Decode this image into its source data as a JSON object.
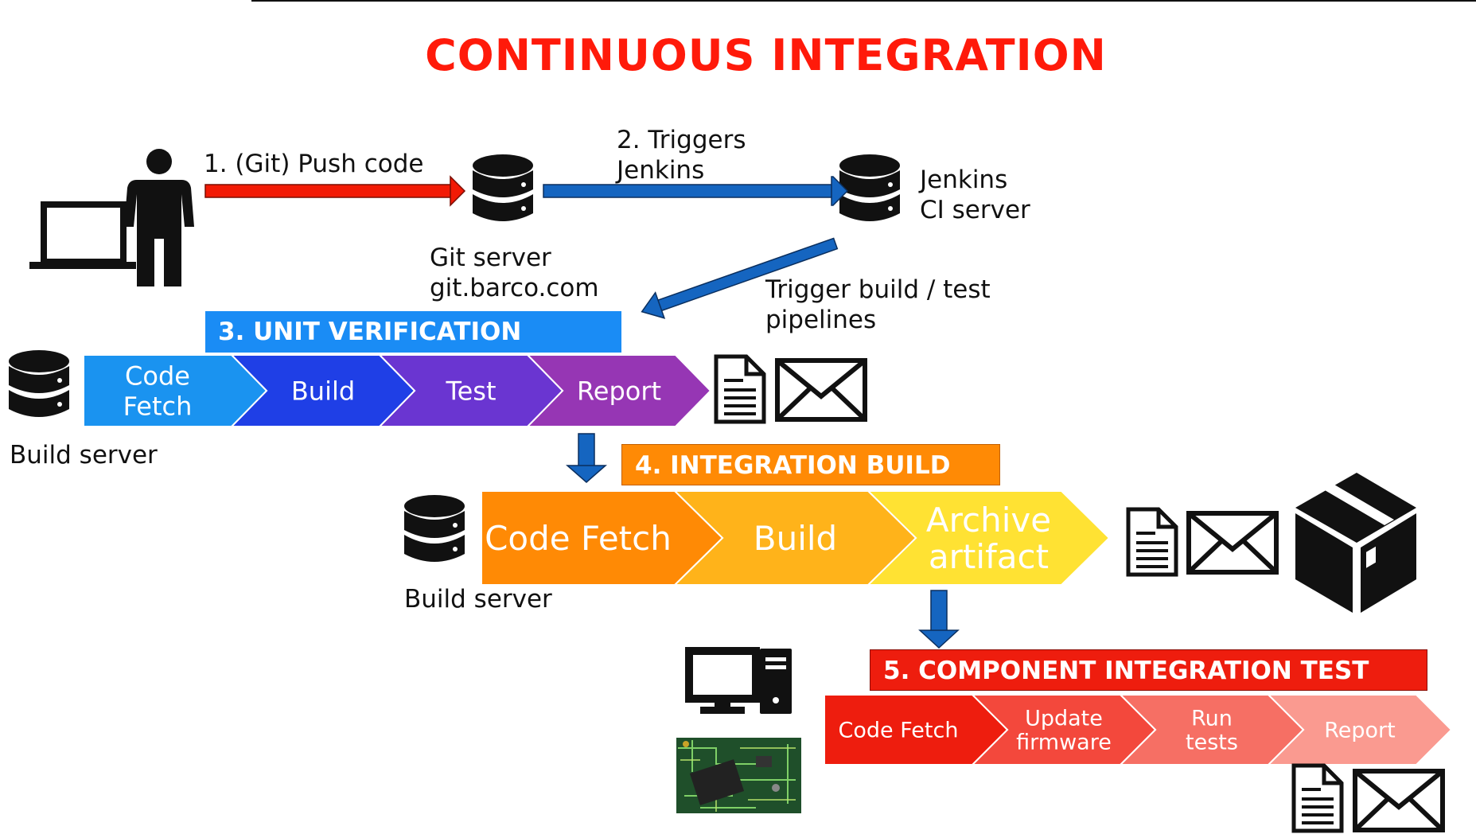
{
  "title": "CONTINUOUS INTEGRATION",
  "steps": {
    "push": "1. (Git) Push code",
    "triggers_l1": "2. Triggers",
    "triggers_l2": "Jenkins",
    "trigger_pipelines_l1": "Trigger build / test",
    "trigger_pipelines_l2": "pipelines"
  },
  "git_server": {
    "line1": "Git server",
    "line2": "git.barco.com"
  },
  "jenkins": {
    "line1": "Jenkins",
    "line2": "CI server"
  },
  "unit_verification": {
    "header": "3. UNIT VERIFICATION",
    "server_label": "Build server",
    "stages": [
      {
        "line1": "Code",
        "line2": "Fetch",
        "color": "#1a93f0"
      },
      {
        "line1": "Build",
        "line2": "",
        "color": "#1f3fe6"
      },
      {
        "line1": "Test",
        "line2": "",
        "color": "#6a35d1"
      },
      {
        "line1": "Report",
        "line2": "",
        "color": "#9636b4"
      }
    ],
    "header_color": "#1a8cf5"
  },
  "integration_build": {
    "header": "4. INTEGRATION BUILD",
    "server_label": "Build server",
    "stages": [
      {
        "line1": "Code Fetch",
        "line2": "",
        "color": "#ff8a05"
      },
      {
        "line1": "Build",
        "line2": "",
        "color": "#ffb31a"
      },
      {
        "line1": "Archive",
        "line2": "artifact",
        "color": "#ffe233"
      }
    ],
    "header_color": "#ff8a05"
  },
  "component_integration_test": {
    "header": "5. COMPONENT INTEGRATION TEST",
    "stages": [
      {
        "line1": "Code Fetch",
        "line2": "",
        "color": "#ee1d0e"
      },
      {
        "line1": "Update",
        "line2": "firmware",
        "color": "#f3483c"
      },
      {
        "line1": "Run",
        "line2": "tests",
        "color": "#f66f64"
      },
      {
        "line1": "Report",
        "line2": "",
        "color": "#fa9a90"
      }
    ],
    "header_color": "#ee1d0e"
  },
  "icons": [
    "person-icon",
    "laptop-icon",
    "database-icon",
    "document-icon",
    "mail-icon",
    "package-box-icon",
    "desktop-computer-icon",
    "circuit-board-icon"
  ],
  "colors": {
    "push_arrow": "#f21a05",
    "blue_arrow": "#1565c0",
    "title": "#ff1a0a"
  }
}
